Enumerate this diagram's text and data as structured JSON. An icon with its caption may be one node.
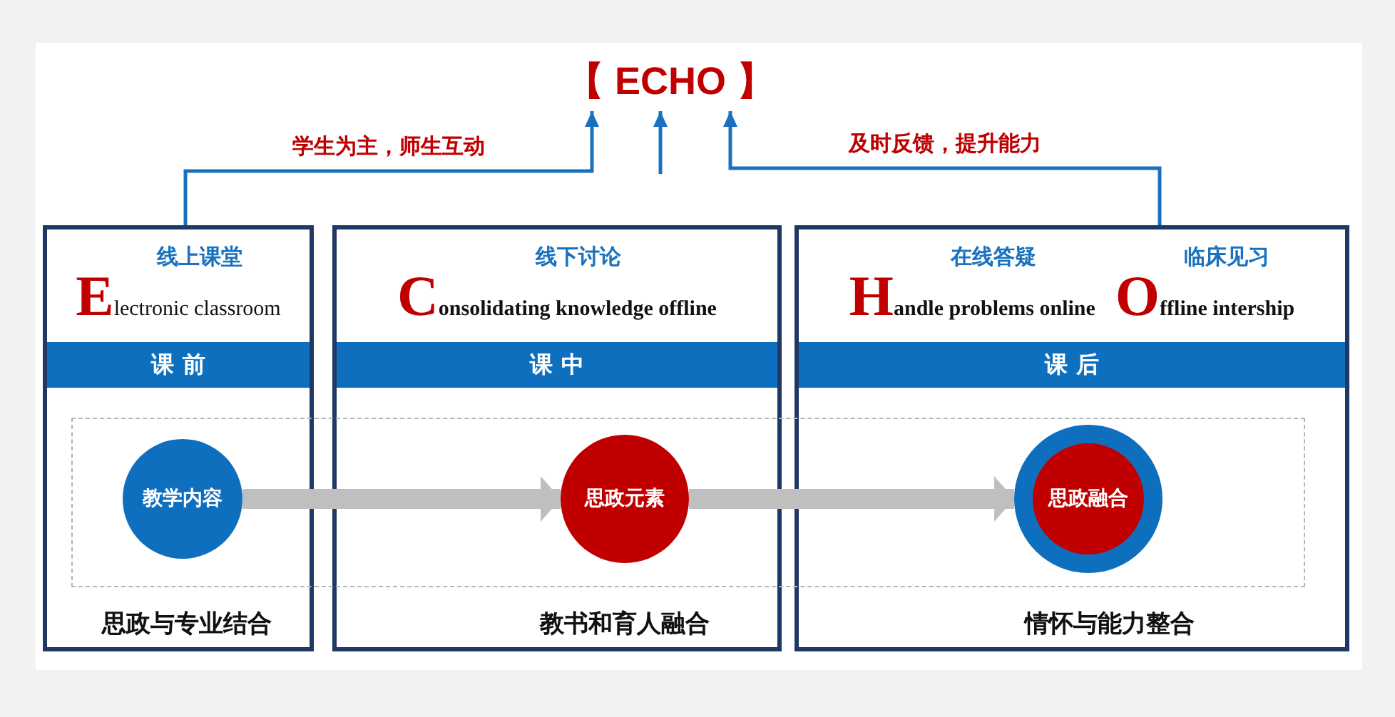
{
  "diagram": {
    "nodes": [
      {
        "text": [
          "【 ECHO 】"
        ]
      },
      {
        "text": [
          "线上课堂",
          "Electronic classroom",
          "思政与专业结合"
        ]
      },
      {
        "text": [
          "线下讨论",
          "Consolidating knowledge offline",
          "教书和育人融合"
        ]
      },
      {
        "text": [
          "在线答疑",
          "Handle problems online",
          "临床见习",
          "Offline intership",
          "情怀与能力整合"
        ]
      },
      {
        "text": [
          "课 前"
        ],
        "in": 1
      },
      {
        "text": [
          "课 中"
        ],
        "in": 2
      },
      {
        "text": [
          "课 后"
        ],
        "in": 3
      },
      {
        "text": [
          "教学内容"
        ],
        "in": 1
      },
      {
        "text": [
          "思政元素"
        ],
        "in": 2
      },
      {
        "text": [
          "思政融合"
        ],
        "in": 3
      }
    ],
    "edges": [
      {
        "from": 1,
        "to": 0,
        "arrow": "to",
        "label": "学生为主，师生互动"
      },
      {
        "from": null,
        "to": 0,
        "arrow": "to"
      },
      {
        "from": 3,
        "to": 0,
        "arrow": "to",
        "label": "及时反馈，提升能力"
      },
      {
        "from": 7,
        "to": 8,
        "arrow": "to",
        "style": "thick",
        "color": "#bfbfbf"
      },
      {
        "from": 8,
        "to": 9,
        "arrow": "to",
        "style": "thick",
        "color": "#bfbfbf"
      }
    ]
  }
}
